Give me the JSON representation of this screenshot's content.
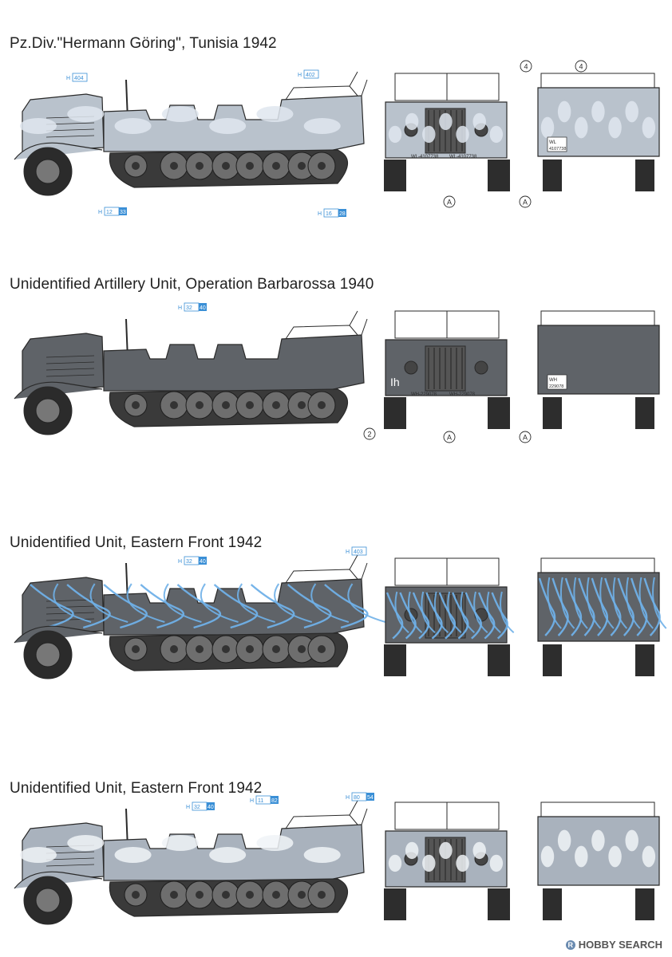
{
  "sections": [
    {
      "title": "Pz.Div.\"Hermann Göring\", Tunisia 1942",
      "side_tags": [
        {
          "h": "H",
          "n1": "404",
          "n2": ""
        },
        {
          "h": "H",
          "n1": "402",
          "n2": ""
        },
        {
          "h": "H",
          "n1": "12",
          "n2": "33"
        },
        {
          "h": "H",
          "n1": "16",
          "n2": "28"
        }
      ],
      "front_plates": [
        "WL-4107738",
        "WL-4107738"
      ],
      "rear_plate_lines": [
        "WL",
        "4107738"
      ],
      "callouts": [
        "4",
        "4",
        "A",
        "A",
        "A"
      ]
    },
    {
      "title": "Unidentified Artillery Unit, Operation Barbarossa 1940",
      "side_tags": [
        {
          "h": "H",
          "n1": "32",
          "n2": "40"
        }
      ],
      "front_plates": [
        "WH-229078",
        "WH-229078"
      ],
      "rear_plate_lines": [
        "WH",
        "229078"
      ],
      "front_mark": "Ih",
      "callouts": [
        "2",
        "A",
        "A"
      ]
    },
    {
      "title": "Unidentified Unit, Eastern Front 1942",
      "side_tags": [
        {
          "h": "H",
          "n1": "32",
          "n2": "40"
        },
        {
          "h": "H",
          "n1": "403",
          "n2": ""
        }
      ]
    },
    {
      "title": "Unidentified Unit, Eastern Front 1942",
      "side_tags": [
        {
          "h": "H",
          "n1": "32",
          "n2": "40"
        },
        {
          "h": "H",
          "n1": "11",
          "n2": "82"
        },
        {
          "h": "H",
          "n1": "80",
          "n2": "54"
        }
      ]
    }
  ],
  "watermark": {
    "brand": "HOBBY SEARCH",
    "badge": "R"
  },
  "colors": {
    "body_light_grey": "#b9c2cc",
    "body_dark_grey": "#5f6368",
    "camo_blue": "#6fb0e8",
    "camo_white": "#f0f3f7",
    "tag_blue": "#3a8fd6",
    "line": "#2a2a2a"
  }
}
